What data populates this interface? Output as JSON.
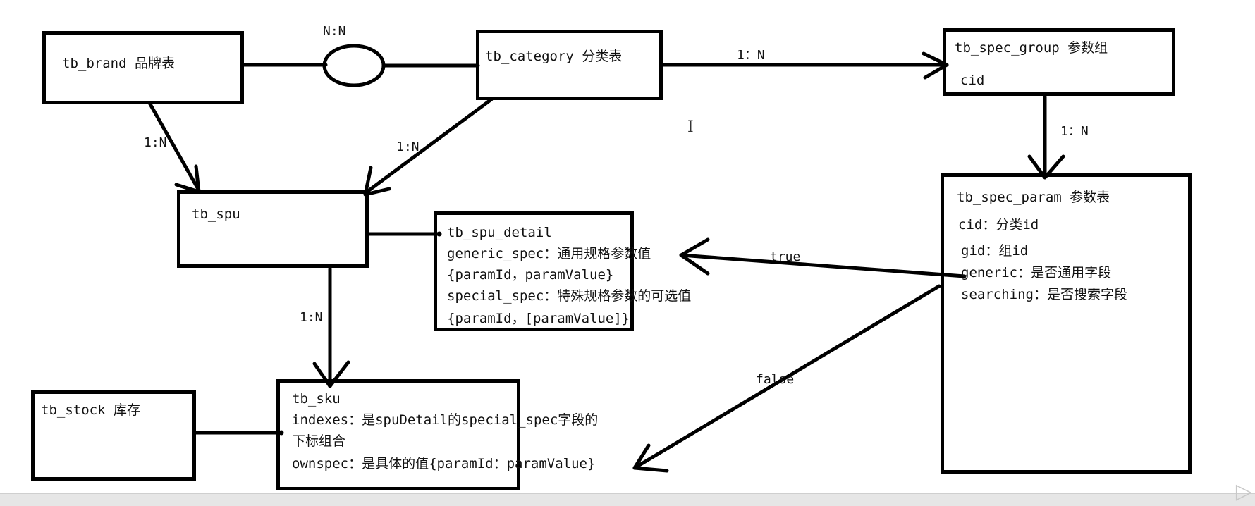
{
  "entities": {
    "brand": {
      "lines": [
        "tb_brand 品牌表"
      ]
    },
    "category": {
      "lines": [
        "tb_category 分类表"
      ]
    },
    "spec_group": {
      "lines": [
        "tb_spec_group 参数组",
        "cid"
      ]
    },
    "spec_param": {
      "lines": [
        "tb_spec_param 参数表",
        "cid：分类id",
        "gid：组id",
        "generic：是否通用字段",
        "searching：是否搜索字段"
      ]
    },
    "spu": {
      "lines": [
        "tb_spu"
      ]
    },
    "spu_detail": {
      "lines": [
        "tb_spu_detail",
        "generic_spec：通用规格参数值",
        "{paramId，paramValue}",
        "special_spec：特殊规格参数的可选值",
        "{paramId，[paramValue]}"
      ]
    },
    "sku": {
      "lines": [
        "tb_sku",
        "indexes：是spuDetail的special_spec字段的",
        "下标组合",
        "ownspec：是具体的值{paramId：paramValue}"
      ]
    },
    "stock": {
      "lines": [
        "tb_stock 库存"
      ]
    }
  },
  "relations": {
    "brand_category": "N:N",
    "category_specgroup": "1：N",
    "specgroup_specparam": "1：N",
    "brand_spu": "1:N",
    "category_spu": "1:N",
    "spu_sku": "1:N",
    "generic_true": "true",
    "searching_false": "false"
  },
  "cursor_glyph": "I",
  "corner_glyph": "▷"
}
